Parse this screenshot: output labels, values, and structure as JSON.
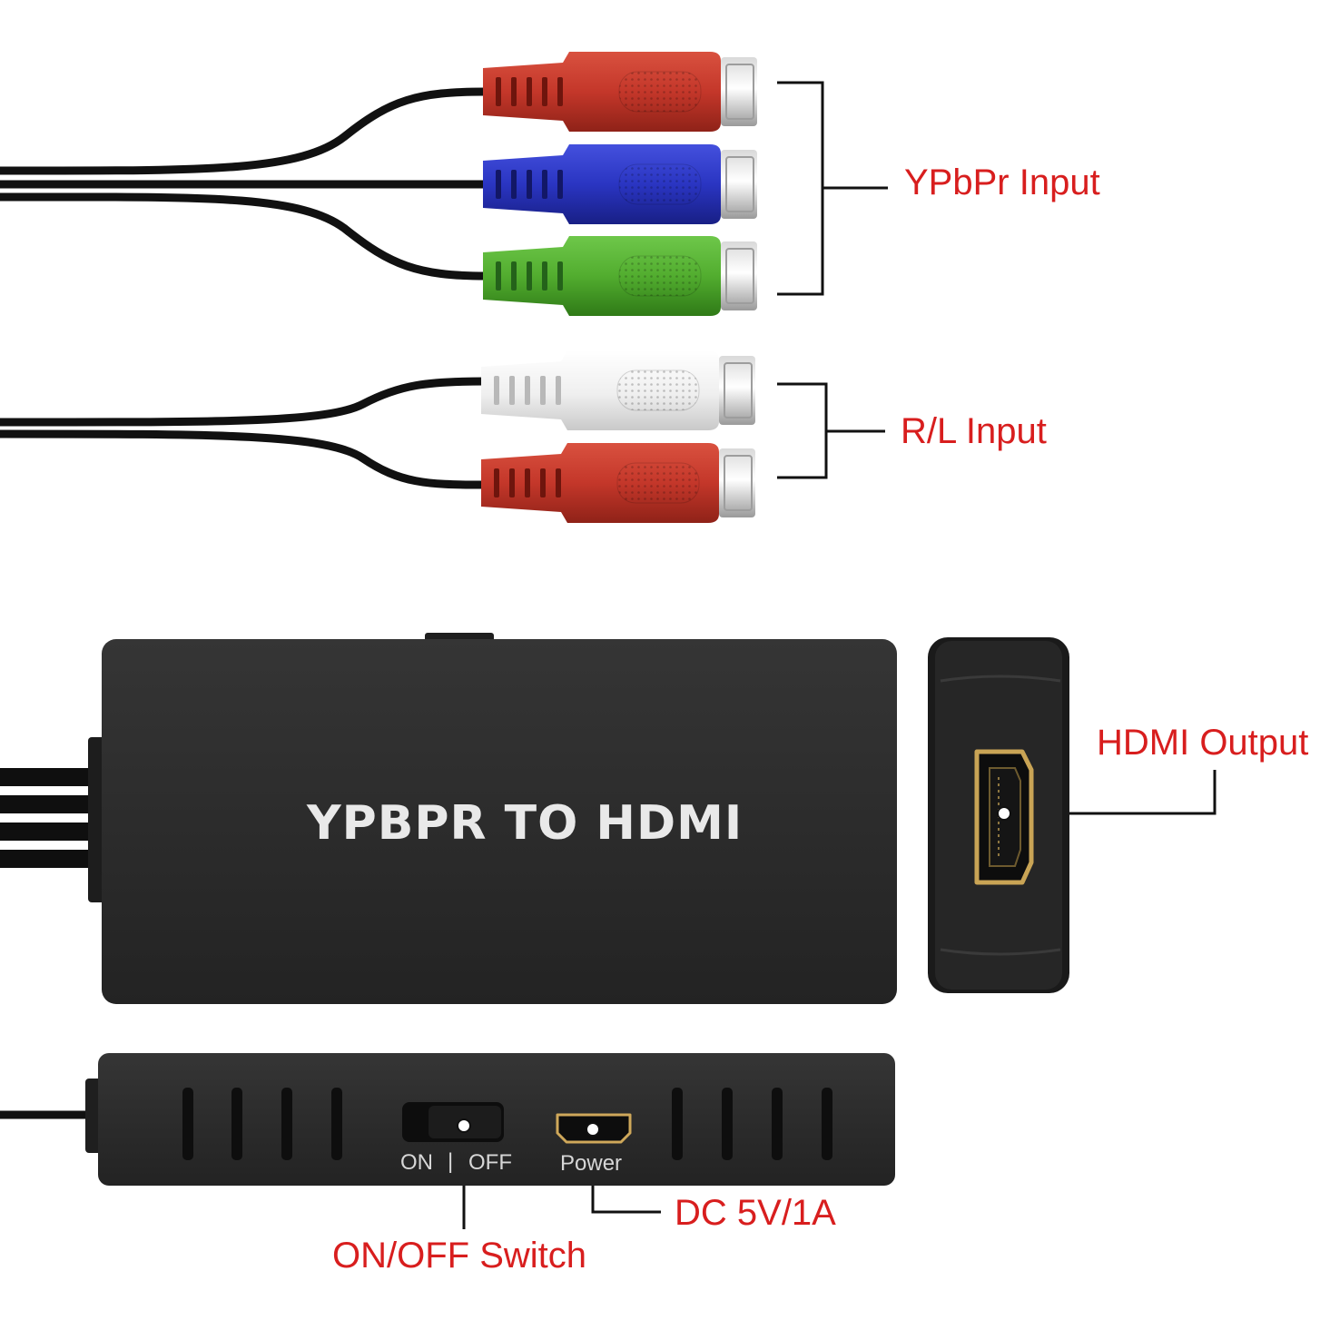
{
  "labels": {
    "ypbpr_input": "YPbPr Input",
    "rl_input": "R/L Input",
    "hdmi_output": "HDMI Output",
    "on_off_switch": "ON/OFF Switch",
    "dc_power": "DC 5V/1A"
  },
  "device": {
    "front_text": "YPBPR TO HDMI",
    "switch_on": "ON",
    "switch_sep": "|",
    "switch_off": "OFF",
    "power_port": "Power"
  },
  "colors": {
    "callout_text": "#d81e1e",
    "device_body": "#2b2b2b",
    "plug_red": "#c4372a",
    "plug_blue": "#2a35c2",
    "plug_green": "#52ad2f",
    "plug_white": "#f2f2f2",
    "cable": "#111111",
    "hdmi_port": "#c9a455"
  },
  "connectors": {
    "ypbpr_plugs": [
      "red",
      "blue",
      "green"
    ],
    "audio_plugs": [
      "white",
      "red"
    ]
  }
}
